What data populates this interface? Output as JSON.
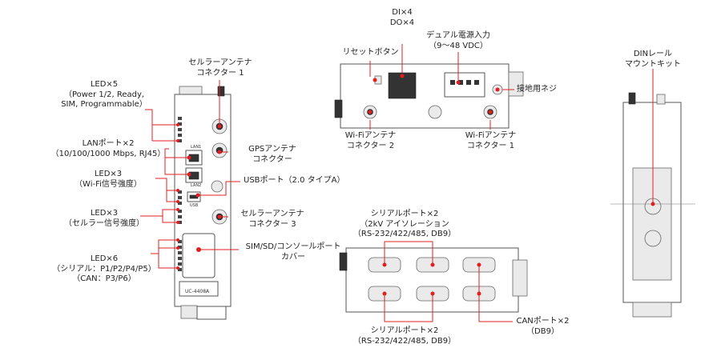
{
  "labels": {
    "cell_ant1": [
      "セルラーアンテナ",
      "コネクター 1"
    ],
    "led5": [
      "LED×5",
      "（Power 1/2, Ready,",
      "SIM, Programmable）"
    ],
    "lan": [
      "LANポート×2",
      "（10/100/1000 Mbps, RJ45）"
    ],
    "gps": [
      "GPSアンテナ",
      "コネクター"
    ],
    "led3_wifi": [
      "LED×3",
      "（Wi-Fi信号強度）"
    ],
    "usb": [
      "USBポート（2.0 タイプA）"
    ],
    "led3_cell": [
      "LED×3",
      "（セルラー信号強度）"
    ],
    "cell_ant3": [
      "セルラーアンテナ",
      "コネクター 3"
    ],
    "led6": [
      "LED×6",
      "（シリアル：P1/P2/P4/P5）",
      "（CAN：P3/P6）"
    ],
    "sim_cover": [
      "SIM/SD/コンソールポート",
      "カバー"
    ],
    "dido": [
      "DI×4",
      "DO×4"
    ],
    "reset": [
      "リセットボタン"
    ],
    "dual_power": [
      "デュアル電源入力",
      "（9～48 VDC）"
    ],
    "ground": [
      "接地用ネジ"
    ],
    "wifi2": [
      "Wi-Fiアンテナ",
      "コネクター 2"
    ],
    "wifi1": [
      "Wi-Fiアンテナ",
      "コネクター 1"
    ],
    "din": [
      "DINレール",
      "マウントキット"
    ],
    "serial_iso": [
      "シリアルポート×2",
      "（2kV アイソレーション",
      "（RS-232/422/485, DB9）"
    ],
    "serial2": [
      "シリアルポート×2",
      "（RS-232/422/485, DB9）"
    ],
    "can": [
      "CANポート×2",
      "（DB9）"
    ]
  },
  "device_text": {
    "model": "UC-4408A",
    "lan1": "LAN1",
    "lan2": "LAN2",
    "usb": "USB"
  },
  "colors": {
    "marker": "#e02020",
    "outline": "#555555"
  }
}
